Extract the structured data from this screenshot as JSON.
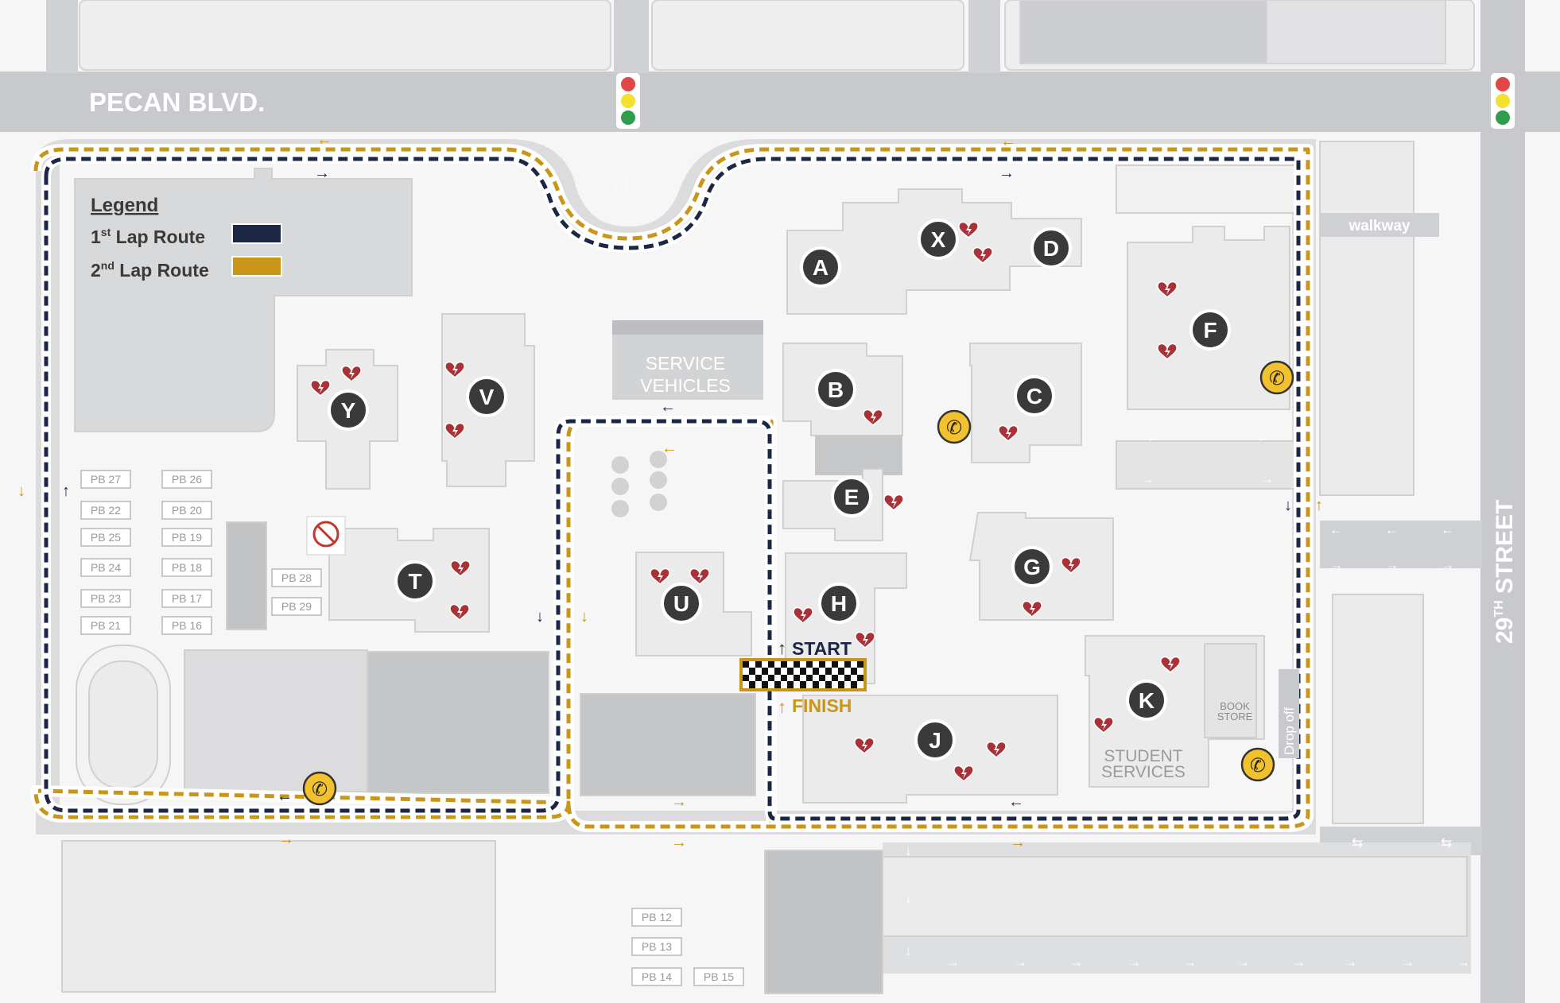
{
  "streets": {
    "pecan": "PECAN BLVD.",
    "twenty_ninth": "29TH STREET"
  },
  "legend": {
    "title": "Legend",
    "lap1": "1st Lap Route",
    "lap2": "2nd Lap Route",
    "lap1_color": "#1b2745",
    "lap2_color": "#c9961a"
  },
  "labels": {
    "service": [
      "SERVICE",
      "VEHICLES"
    ],
    "walkway": "walkway",
    "start": "START",
    "finish": "FINISH",
    "book_store": [
      "BOOK",
      "STORE"
    ],
    "student_services": [
      "STUDENT",
      "SERVICES"
    ],
    "drop_off": "Drop off"
  },
  "buildings": [
    "A",
    "B",
    "C",
    "D",
    "E",
    "F",
    "G",
    "H",
    "J",
    "K",
    "T",
    "U",
    "V",
    "X",
    "Y"
  ],
  "parking": [
    "PB 27",
    "PB 26",
    "PB 22",
    "PB 20",
    "PB 25",
    "PB 19",
    "PB 24",
    "PB 18",
    "PB 23",
    "PB 17",
    "PB 21",
    "PB 16",
    "PB 28",
    "PB 29",
    "PB 12",
    "PB 13",
    "PB 14",
    "PB 15"
  ],
  "colors": {
    "road": "#c8c9cc",
    "building": "#ebebeb",
    "marker": "#3a3a3a",
    "aed": "#a83238",
    "phone": "#f2c12e",
    "arrow_blue": "#1b2745",
    "arrow_gold": "#c9961a"
  },
  "icons": {
    "aed": "aed-heart-icon",
    "phone": "emergency-phone-icon",
    "traffic": "traffic-light-icon",
    "no_smoking": "no-smoking-icon",
    "checkered": "checkered-flag-icon"
  }
}
